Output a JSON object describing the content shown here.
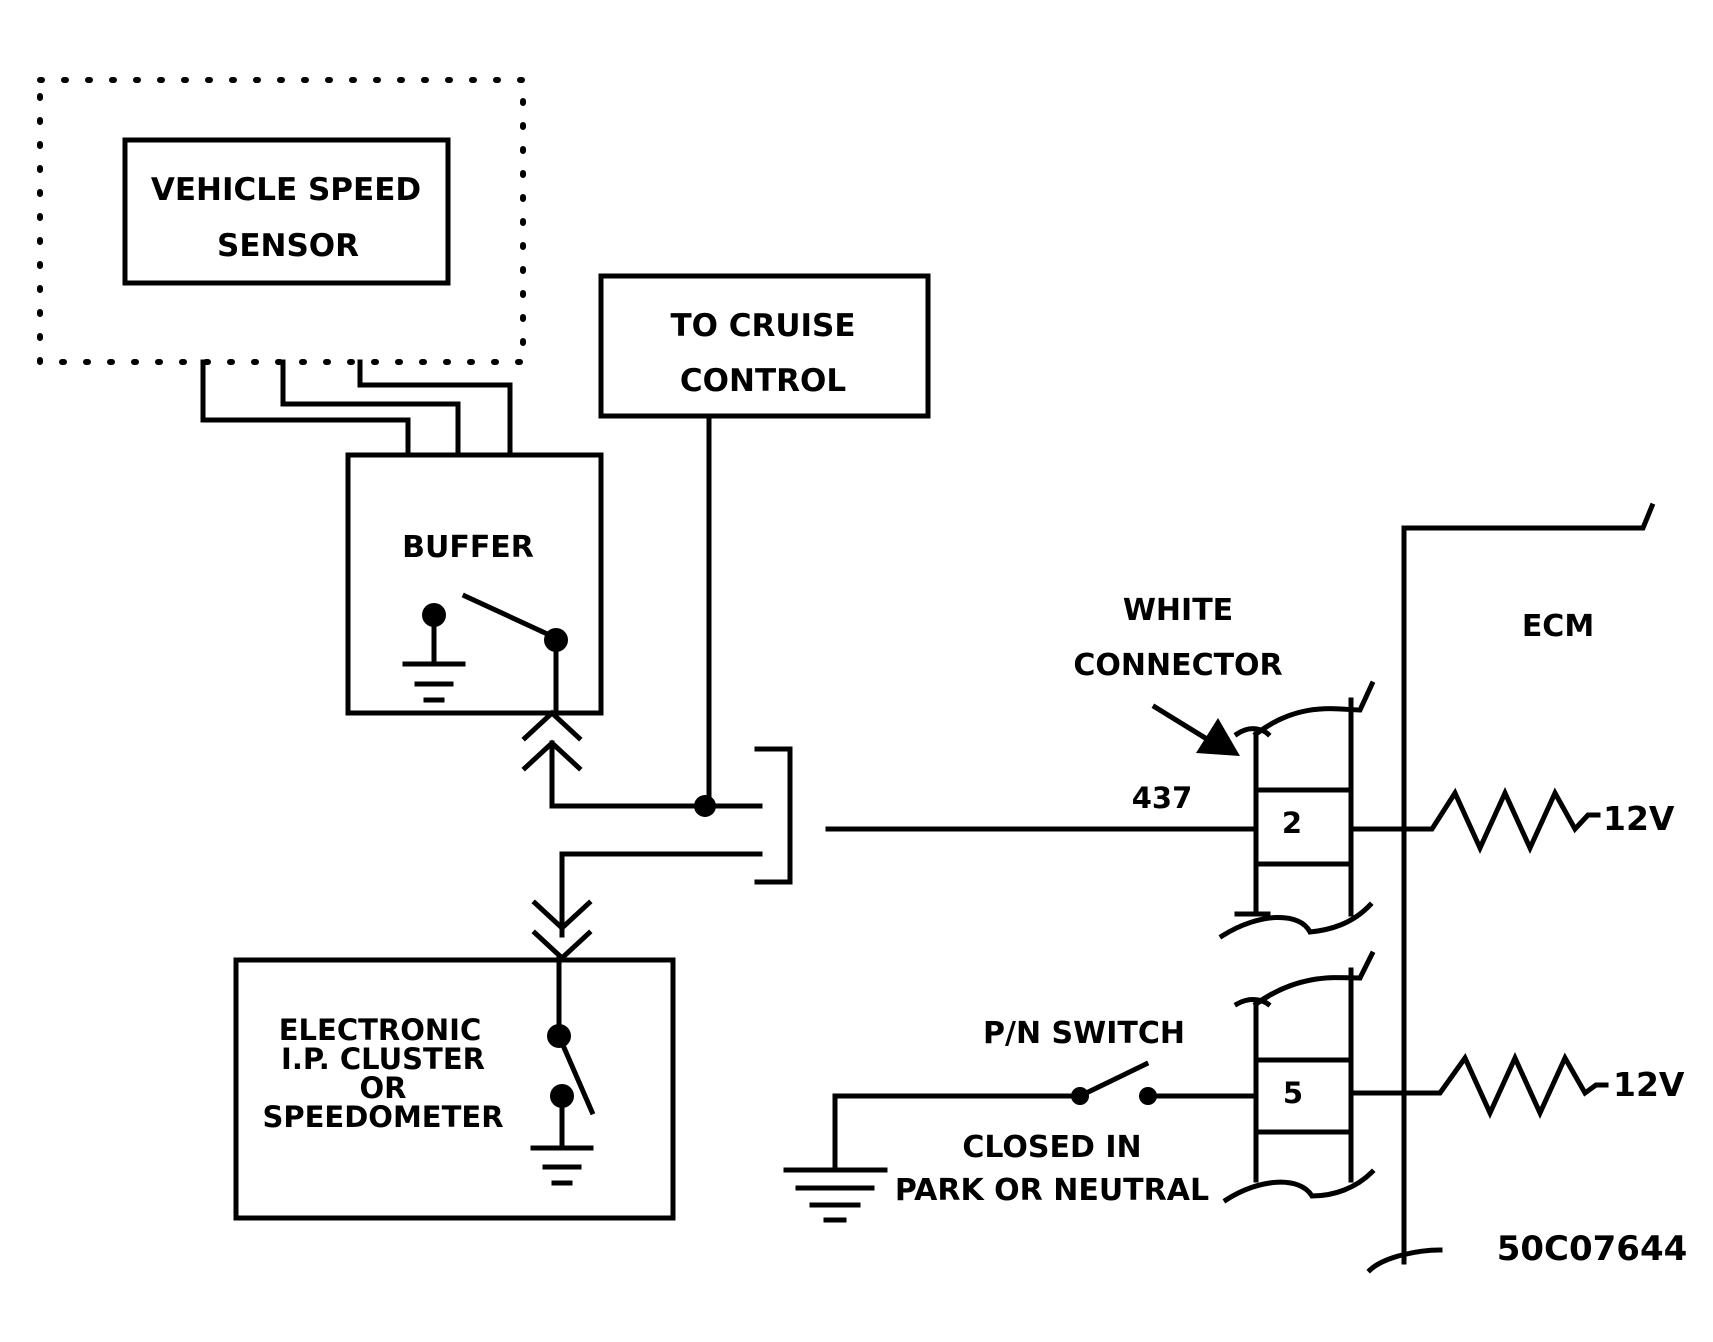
{
  "vehicle_speed_sensor": {
    "line1": "VEHICLE SPEED",
    "line2": "SENSOR"
  },
  "cruise_control": {
    "line1": "TO CRUISE",
    "line2": "CONTROL"
  },
  "buffer": {
    "label": "BUFFER"
  },
  "cluster": {
    "line1": "ELECTRONIC",
    "line2": "I.P. CLUSTER",
    "line3": "OR",
    "line4": "SPEEDOMETER"
  },
  "white_connector": {
    "line1": "WHITE",
    "line2": "CONNECTOR"
  },
  "ecm": {
    "label": "ECM"
  },
  "wire": {
    "circuit": "437"
  },
  "pins": {
    "pin_a": "2",
    "pin_b": "5"
  },
  "voltage": {
    "top": "12V",
    "bottom": "12V"
  },
  "pn_switch": {
    "label": "P/N SWITCH",
    "note_line1": "CLOSED IN",
    "note_line2": "PARK OR NEUTRAL"
  },
  "figure_id": "50C07644"
}
